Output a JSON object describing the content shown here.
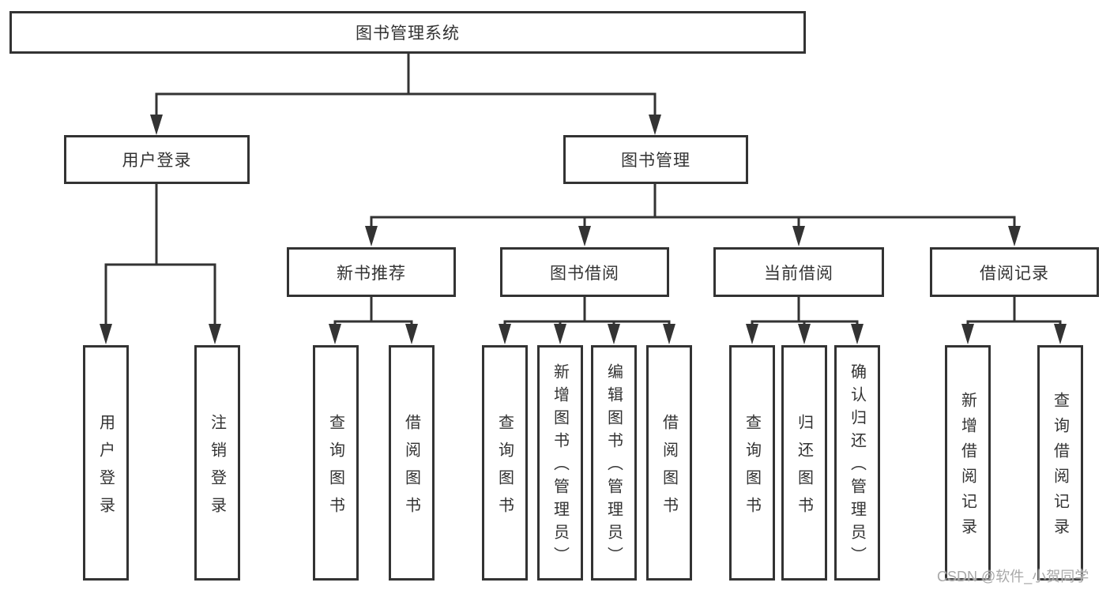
{
  "diagram": {
    "title": "图书管理系统",
    "watermark": "CSDN @软件_小贺同学",
    "colors": {
      "line": "#333333",
      "text": "#333333",
      "background": "#ffffff",
      "watermark": "#a8a8a8"
    },
    "nodes": {
      "root": "图书管理系统",
      "user_branch": {
        "label": "用户登录",
        "children": [
          "用户登录",
          "注销登录"
        ]
      },
      "management_branch": {
        "label": "图书管理",
        "children": [
          {
            "label": "新书推荐",
            "children": [
              "查询图书",
              "借阅图书"
            ]
          },
          {
            "label": "图书借阅",
            "children": [
              "查询图书",
              "新增图书（管理员）",
              "编辑图书（管理员）",
              "借阅图书"
            ]
          },
          {
            "label": "当前借阅",
            "children": [
              "查询图书",
              "归还图书",
              "确认归还（管理员）"
            ]
          },
          {
            "label": "借阅记录",
            "children": [
              "新增借阅记录",
              "查询借阅记录"
            ]
          }
        ]
      }
    }
  }
}
